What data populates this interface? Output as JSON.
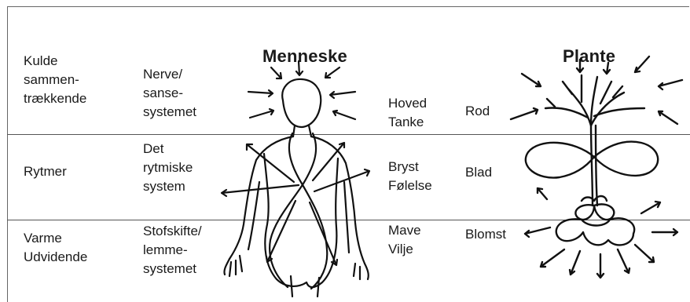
{
  "titles": {
    "human": "Menneske",
    "plant": "Plante"
  },
  "rows": [
    {
      "quality": [
        "Kulde",
        "sammen-",
        "trækkende"
      ],
      "system": [
        "Nerve/",
        "sanse-",
        "systemet"
      ],
      "region": [
        "Hoved",
        "Tanke"
      ],
      "plant_part": "Rod"
    },
    {
      "quality": [
        "Rytmer"
      ],
      "system": [
        "Det",
        "rytmiske",
        "system"
      ],
      "region": [
        "Bryst",
        "Følelse"
      ],
      "plant_part": "Blad"
    },
    {
      "quality": [
        "Varme",
        "Udvidende"
      ],
      "system": [
        "Stofskifte/",
        "lemme-",
        "systemet"
      ],
      "region": [
        "Mave",
        "Vilje"
      ],
      "plant_part": "Blomst"
    }
  ],
  "colors": {
    "line": "#555555",
    "ink": "#111111",
    "text": "#1a1a1a"
  },
  "icons": {
    "human": "human-figure-sketch",
    "plant": "plant-sketch"
  }
}
